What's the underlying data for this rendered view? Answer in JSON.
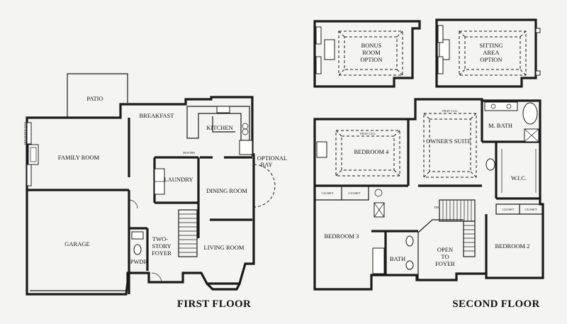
{
  "first_floor": {
    "title": "FIRST FLOOR",
    "rooms": {
      "patio": "PATIO",
      "breakfast": "BREAKFAST",
      "kitchen": "KITCHEN",
      "family_room": "FAMILY ROOM",
      "pantry": "PANTRY",
      "laundry": "LAUNDRY",
      "dining_room": "DINING ROOM",
      "optional_bay_line1": "OPTIONAL",
      "optional_bay_line2": "BAY",
      "garage": "GARAGE",
      "two_story_foyer_line1": "TWO-",
      "two_story_foyer_line2": "STORY",
      "two_story_foyer_line3": "FOYER",
      "living_room": "LIVING ROOM",
      "powder": "PWDR",
      "bookshelves": "BOOKSHELVES"
    }
  },
  "second_floor": {
    "title": "SECOND FLOOR",
    "rooms": {
      "bonus_line1": "BONUS",
      "bonus_line2": "ROOM",
      "bonus_line3": "OPTION",
      "sitting_line1": "SITTING",
      "sitting_line2": "AREA",
      "sitting_line3": "OPTION",
      "bedroom4": "BEDROOM 4",
      "owners_suite": "OWNER'S SUITE",
      "master_bath": "M. BATH",
      "wic": "W.I.C.",
      "bedroom3": "BEDROOM 3",
      "bath": "BATH",
      "open_to_foyer_line1": "OPEN",
      "open_to_foyer_line2": "TO",
      "open_to_foyer_line3": "FOYER",
      "bedroom2": "BEDROOM 2",
      "closet": "CLOSET",
      "tray_ceiling": "TRAY CLG.",
      "down": "DN"
    }
  }
}
